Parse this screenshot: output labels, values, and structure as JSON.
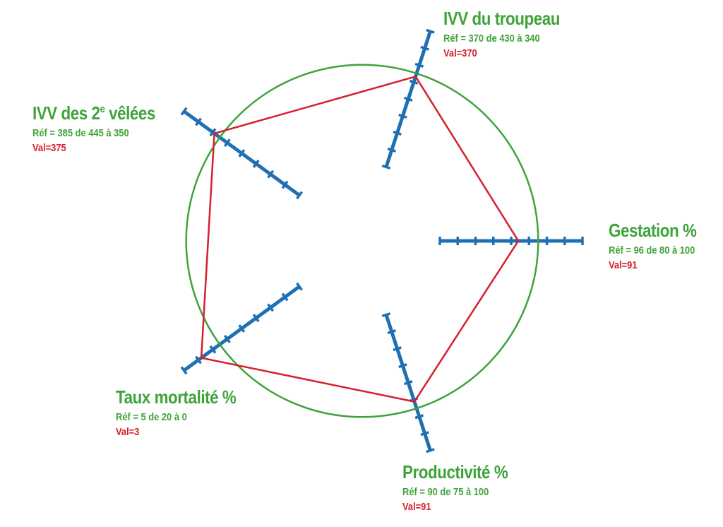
{
  "chart_data": {
    "type": "radar",
    "axes": [
      {
        "id": "ivv-troupeau",
        "title_main": "IVV du  troupeau",
        "title_sup": "",
        "title_after": "",
        "ref_text": "Réf = 370 de 430 à 340",
        "val_text": "Val=370",
        "min": 430,
        "max": 340,
        "ref": 370,
        "value": 370,
        "ticks": 9
      },
      {
        "id": "gestation",
        "title_main": "Gestation %",
        "title_sup": "",
        "title_after": "",
        "ref_text": "Réf = 96 de 80 à 100",
        "val_text": "Val=91",
        "min": 80,
        "max": 100,
        "ref": 96,
        "value": 91,
        "ticks": 9
      },
      {
        "id": "productivite",
        "title_main": "Productivité %",
        "title_sup": "",
        "title_after": "",
        "ref_text": "Réf = 90 de 75 à 100",
        "val_text": "Val=91",
        "min": 75,
        "max": 100,
        "ref": 90,
        "value": 91,
        "ticks": 9
      },
      {
        "id": "taux-mortalite",
        "title_main": "Taux mortalité %",
        "title_sup": "",
        "title_after": "",
        "ref_text": "Réf = 5 de 20 à 0",
        "val_text": "Val=3",
        "min": 20,
        "max": 0,
        "ref": 5,
        "value": 3,
        "ticks": 9
      },
      {
        "id": "ivv-2e-velees",
        "title_main": "IVV des 2",
        "title_sup": "e",
        "title_after": " vêlées",
        "ref_text": "Réf = 385 de 445 à 350",
        "val_text": "Val=375",
        "min": 445,
        "max": 350,
        "ref": 385,
        "value": 375,
        "ticks": 9
      }
    ]
  },
  "colors": {
    "axis": "#1f6fb2",
    "reference_circle": "#3fa33a",
    "value_polygon": "#d61f2c",
    "label_green": "#3fa33a",
    "label_red": "#d61f2c"
  }
}
